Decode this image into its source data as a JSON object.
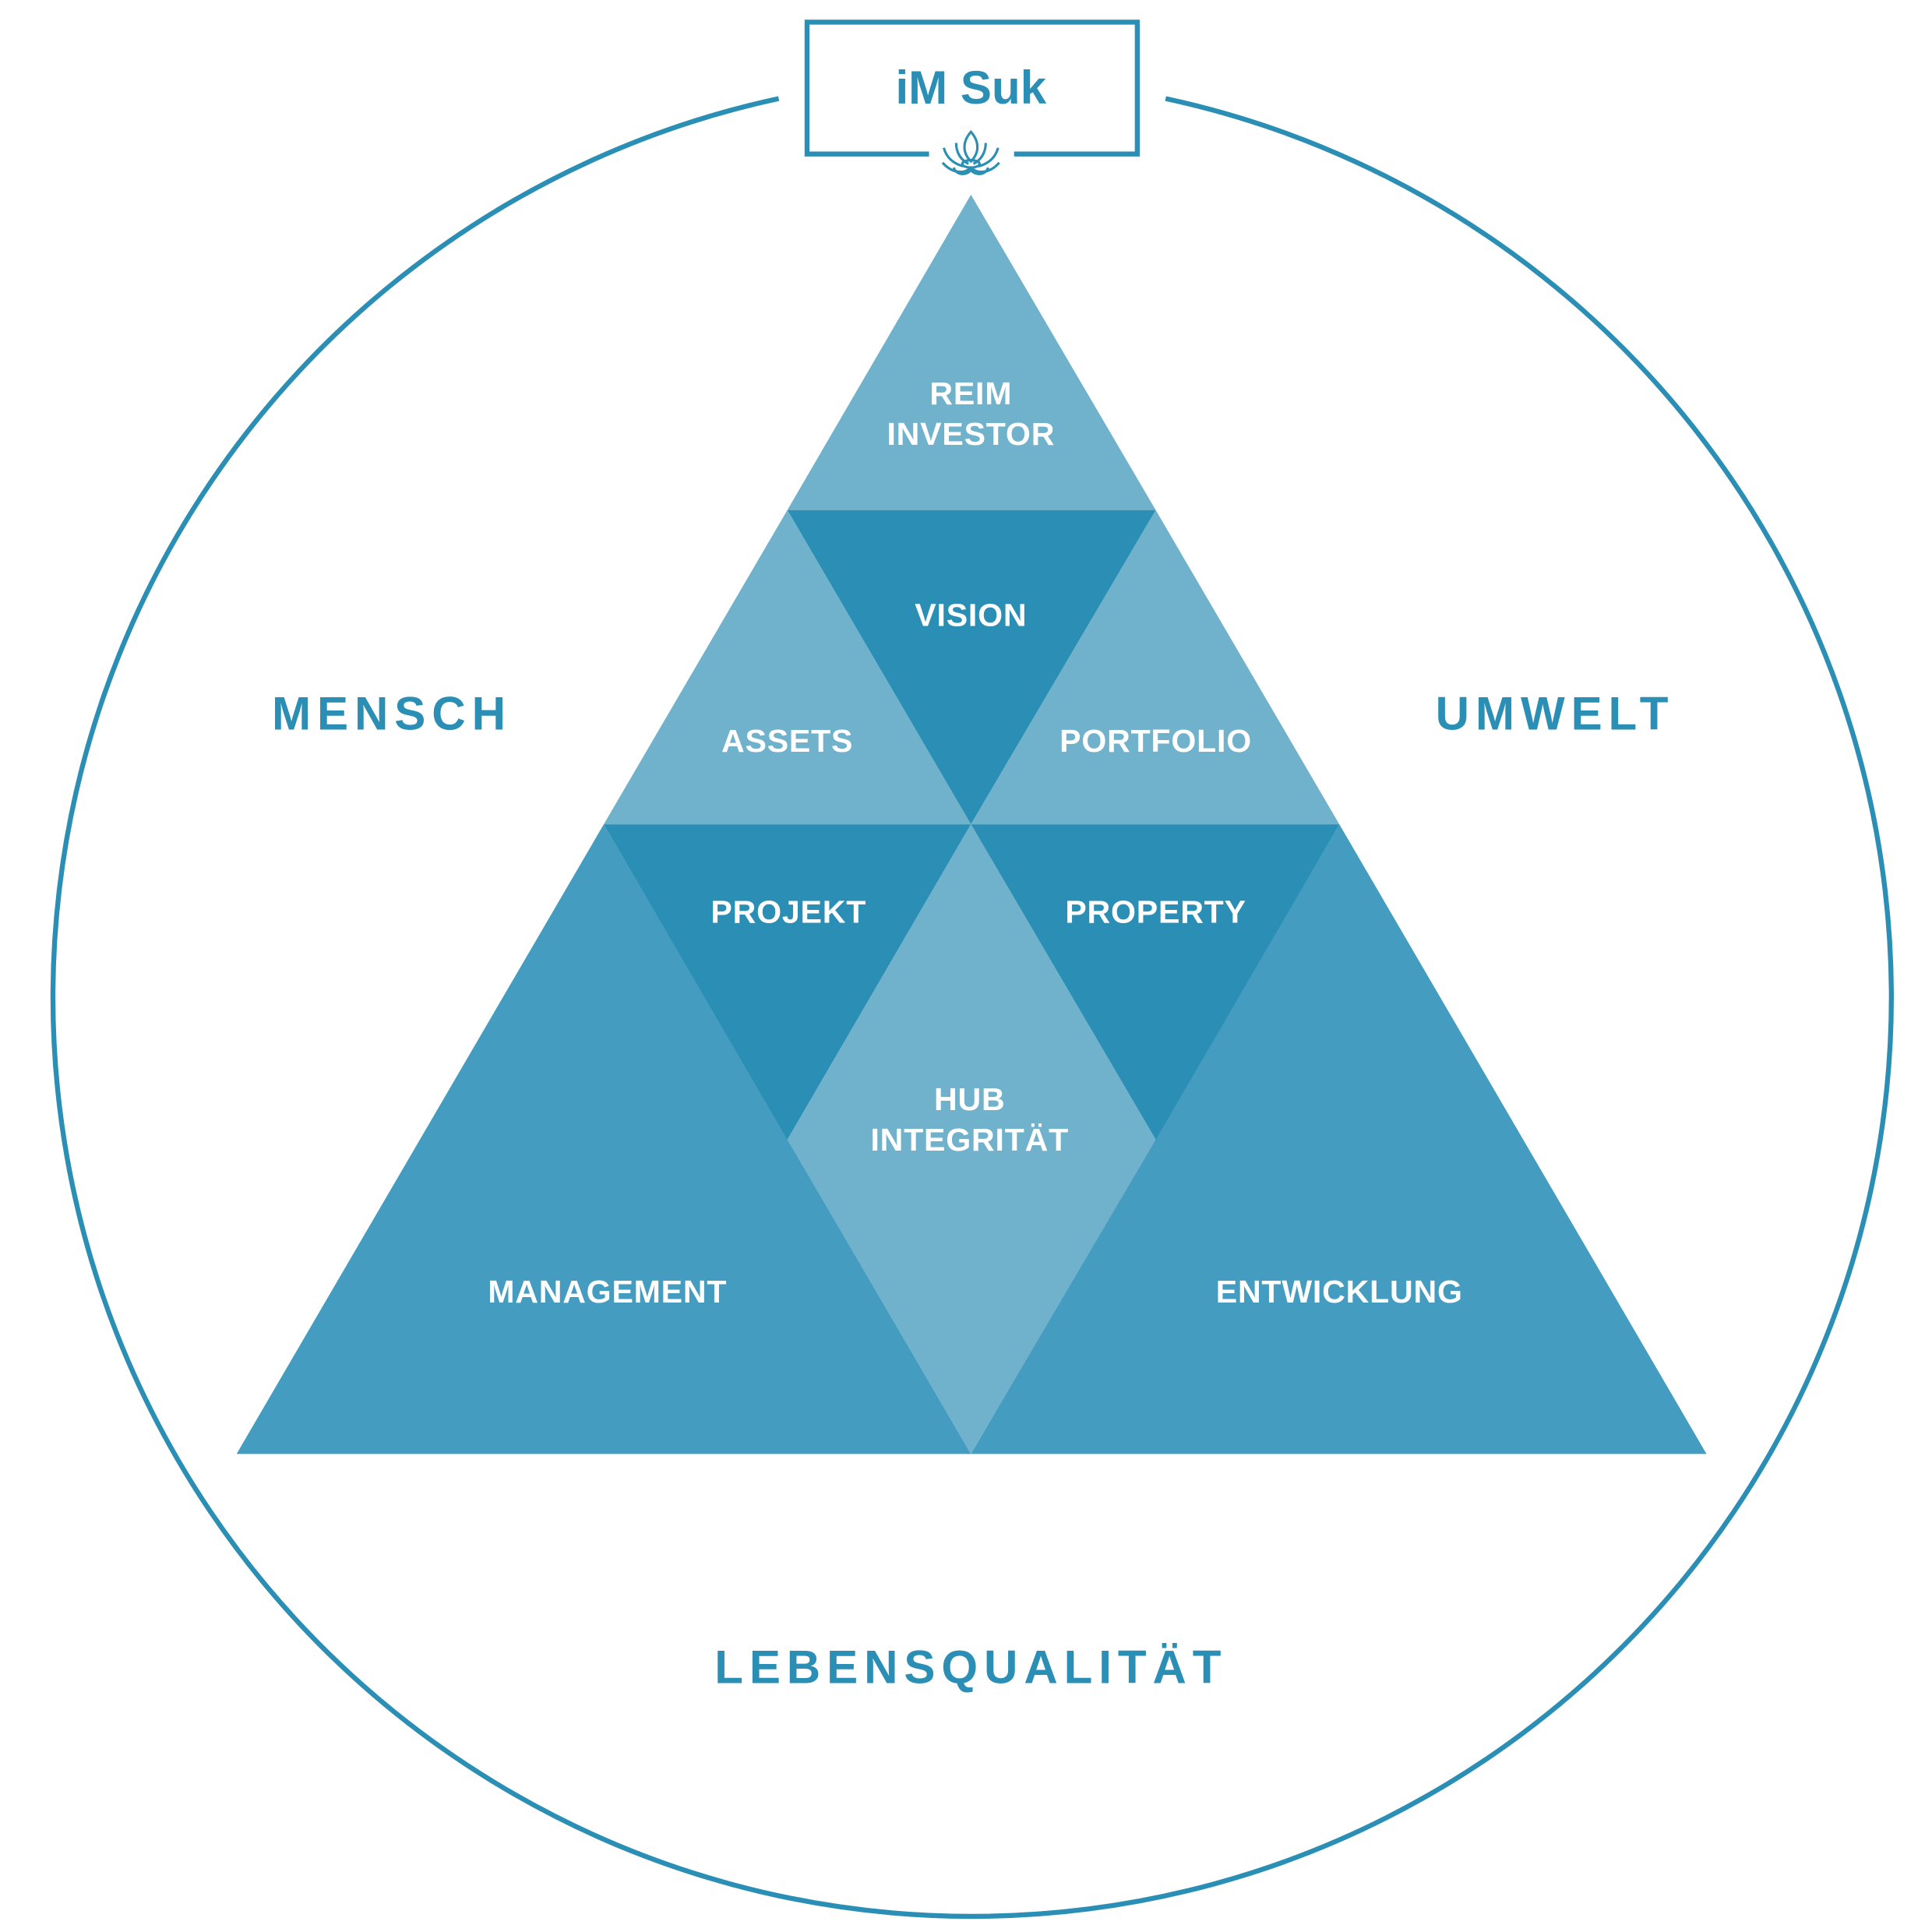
{
  "brand": {
    "name": "iM Suk",
    "logo_icon": "lotus-icon"
  },
  "colors": {
    "primary": "#2b8fb5",
    "light": "#70b1cb",
    "medium": "#449dc0",
    "dark": "#2b8fb5"
  },
  "outer_labels": {
    "left": "MENSCH",
    "right": "UMWELT",
    "bottom": "LEBENSQUALITÄT"
  },
  "segments": {
    "top": [
      "REIM",
      "INVESTOR"
    ],
    "vision": "VISION",
    "assets": "ASSETS",
    "portfolio": "PORTFOLIO",
    "projekt": "PROJEKT",
    "property": "PROPERTY",
    "hub": [
      "HUB",
      "INTEGRITÄT"
    ],
    "management": "MANAGEMENT",
    "entwicklung": "ENTWICKLUNG"
  }
}
